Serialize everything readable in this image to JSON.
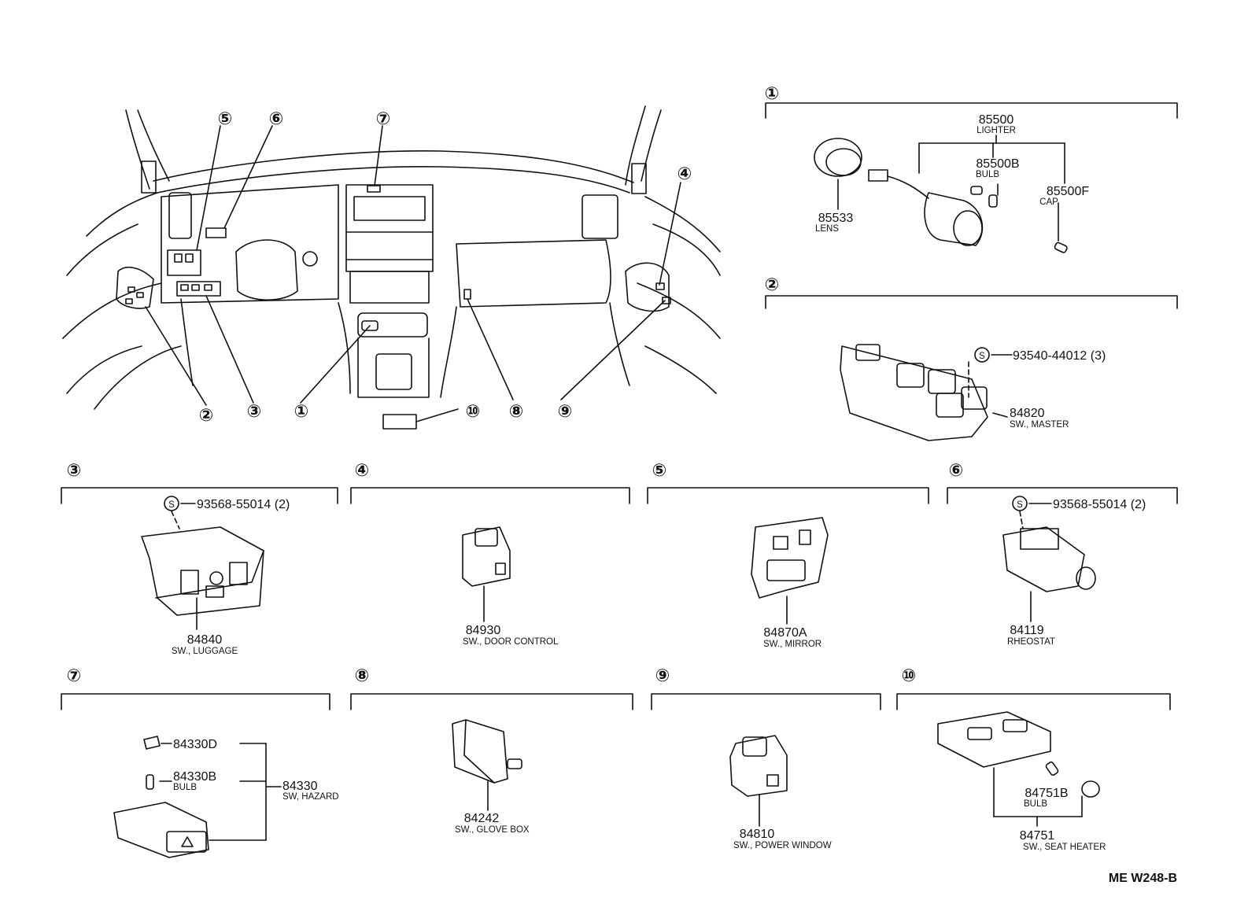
{
  "overview_callouts": [
    "①",
    "②",
    "③",
    "④",
    "⑤",
    "⑥",
    "⑦",
    "⑧",
    "⑨",
    "⑩"
  ],
  "sections": {
    "s1": {
      "marker": "①",
      "parts": {
        "lighter": {
          "num": "85500",
          "desc": "LIGHTER"
        },
        "bulb": {
          "num": "85500B",
          "desc": "BULB"
        },
        "cap": {
          "num": "85500F",
          "desc": "CAP"
        },
        "lens": {
          "num": "85533",
          "desc": "LENS"
        }
      }
    },
    "s2": {
      "marker": "②",
      "screw_symbol": "S",
      "screw": "93540-44012 (3)",
      "part": {
        "num": "84820",
        "desc": "SW., MASTER"
      }
    },
    "s3": {
      "marker": "③",
      "screw_symbol": "S",
      "screw": "93568-55014 (2)",
      "part": {
        "num": "84840",
        "desc": "SW., LUGGAGE"
      }
    },
    "s4": {
      "marker": "④",
      "part": {
        "num": "84930",
        "desc": "SW., DOOR CONTROL"
      }
    },
    "s5": {
      "marker": "⑤",
      "part": {
        "num": "84870A",
        "desc": "SW., MIRROR"
      }
    },
    "s6": {
      "marker": "⑥",
      "screw_symbol": "S",
      "screw": "93568-55014 (2)",
      "part": {
        "num": "84119",
        "desc": "RHEOSTAT"
      }
    },
    "s7": {
      "marker": "⑦",
      "parts": {
        "knob": {
          "num": "84330D"
        },
        "bulb": {
          "num": "84330B",
          "desc": "BULB"
        },
        "hazard": {
          "num": "84330",
          "desc": "SW, HAZARD"
        }
      }
    },
    "s8": {
      "marker": "⑧",
      "part": {
        "num": "84242",
        "desc": "SW., GLOVE BOX"
      }
    },
    "s9": {
      "marker": "⑨",
      "part": {
        "num": "84810",
        "desc": "SW., POWER WINDOW"
      }
    },
    "s10": {
      "marker": "⑩",
      "parts": {
        "bulb": {
          "num": "84751B",
          "desc": "BULB"
        },
        "heater": {
          "num": "84751",
          "desc": "SW., SEAT HEATER"
        }
      }
    }
  },
  "footer_code": "ME W248-B"
}
